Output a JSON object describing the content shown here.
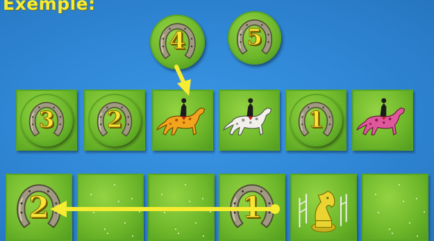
{
  "title": "Exemple:",
  "top_tokens": [
    {
      "number": "4"
    },
    {
      "number": "5"
    }
  ],
  "middle_row": [
    {
      "kind": "horseshoe",
      "number": "3"
    },
    {
      "kind": "horseshoe",
      "number": "2"
    },
    {
      "kind": "horse",
      "color": "#f2a41c",
      "spots": "#b0580a"
    },
    {
      "kind": "horse",
      "color": "#f1f1ea",
      "spots": "#8f8f8f"
    },
    {
      "kind": "horseshoe",
      "number": "1"
    },
    {
      "kind": "horse",
      "color": "#e0589c",
      "spots": "#8a1e58"
    }
  ],
  "bottom_row": [
    {
      "kind": "horseshoe",
      "number": "2"
    },
    {
      "kind": "blank"
    },
    {
      "kind": "blank"
    },
    {
      "kind": "horseshoe",
      "number": "1"
    },
    {
      "kind": "pawn"
    },
    {
      "kind": "blank"
    }
  ],
  "colors": {
    "background": "#2f86d4",
    "grass": "#70b92c",
    "arrow": "#f6ec32",
    "title": "#f6ec32",
    "horseshoe": "#9a9178",
    "pawn": "#e9d431"
  }
}
